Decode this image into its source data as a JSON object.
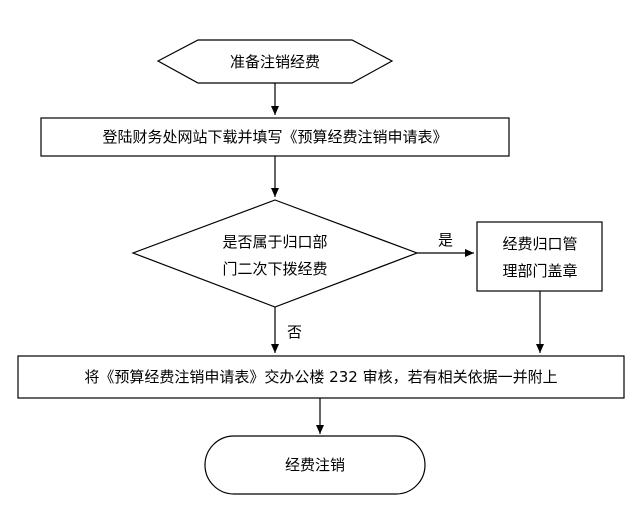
{
  "flowchart": {
    "start": "准备注销经费",
    "step_download": "登陆财务处网站下载并填写《预算经费注销申请表》",
    "decision_line1": "是否属于归口部",
    "decision_line2": "门二次下拨经费",
    "yes_label": "是",
    "no_label": "否",
    "stamp_line1": "经费归口管",
    "stamp_line2": "理部门盖章",
    "step_submit": "将《预算经费注销申请表》交办公楼 232 审核，若有相关依据一并附上",
    "end": "经费注销"
  }
}
